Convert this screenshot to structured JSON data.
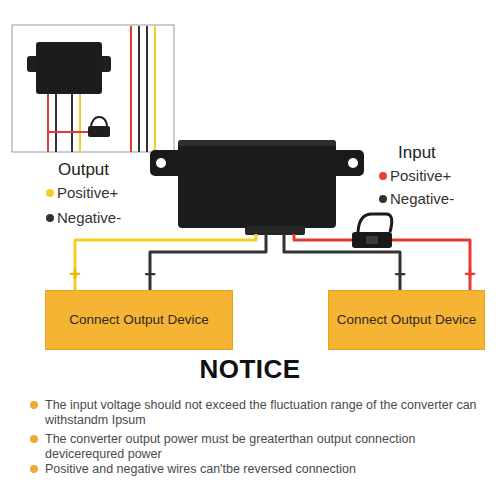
{
  "diagram": {
    "title": "NOTICE",
    "nodes": [
      {
        "text": [
          "Connect Output Device"
        ]
      },
      {
        "text": [
          "Connect Output Device"
        ]
      }
    ],
    "labels": [
      "Output",
      "Input",
      "+",
      "−",
      "−",
      "+",
      "The input voltage should not exceed the fluctuation range of the converter can withstandm Ipsum",
      "The converter output power must be greaterthan output connection devicerequred power",
      "Positive and negative wires can'tbe reversed connection"
    ],
    "legend": [
      {
        "text": "Positive+",
        "color": "#f3cf26"
      },
      {
        "text": "Negative-",
        "color": "#333333"
      },
      {
        "text": "Positive+",
        "color": "#e8413c"
      },
      {
        "text": "Negative-",
        "color": "#333333"
      }
    ]
  }
}
